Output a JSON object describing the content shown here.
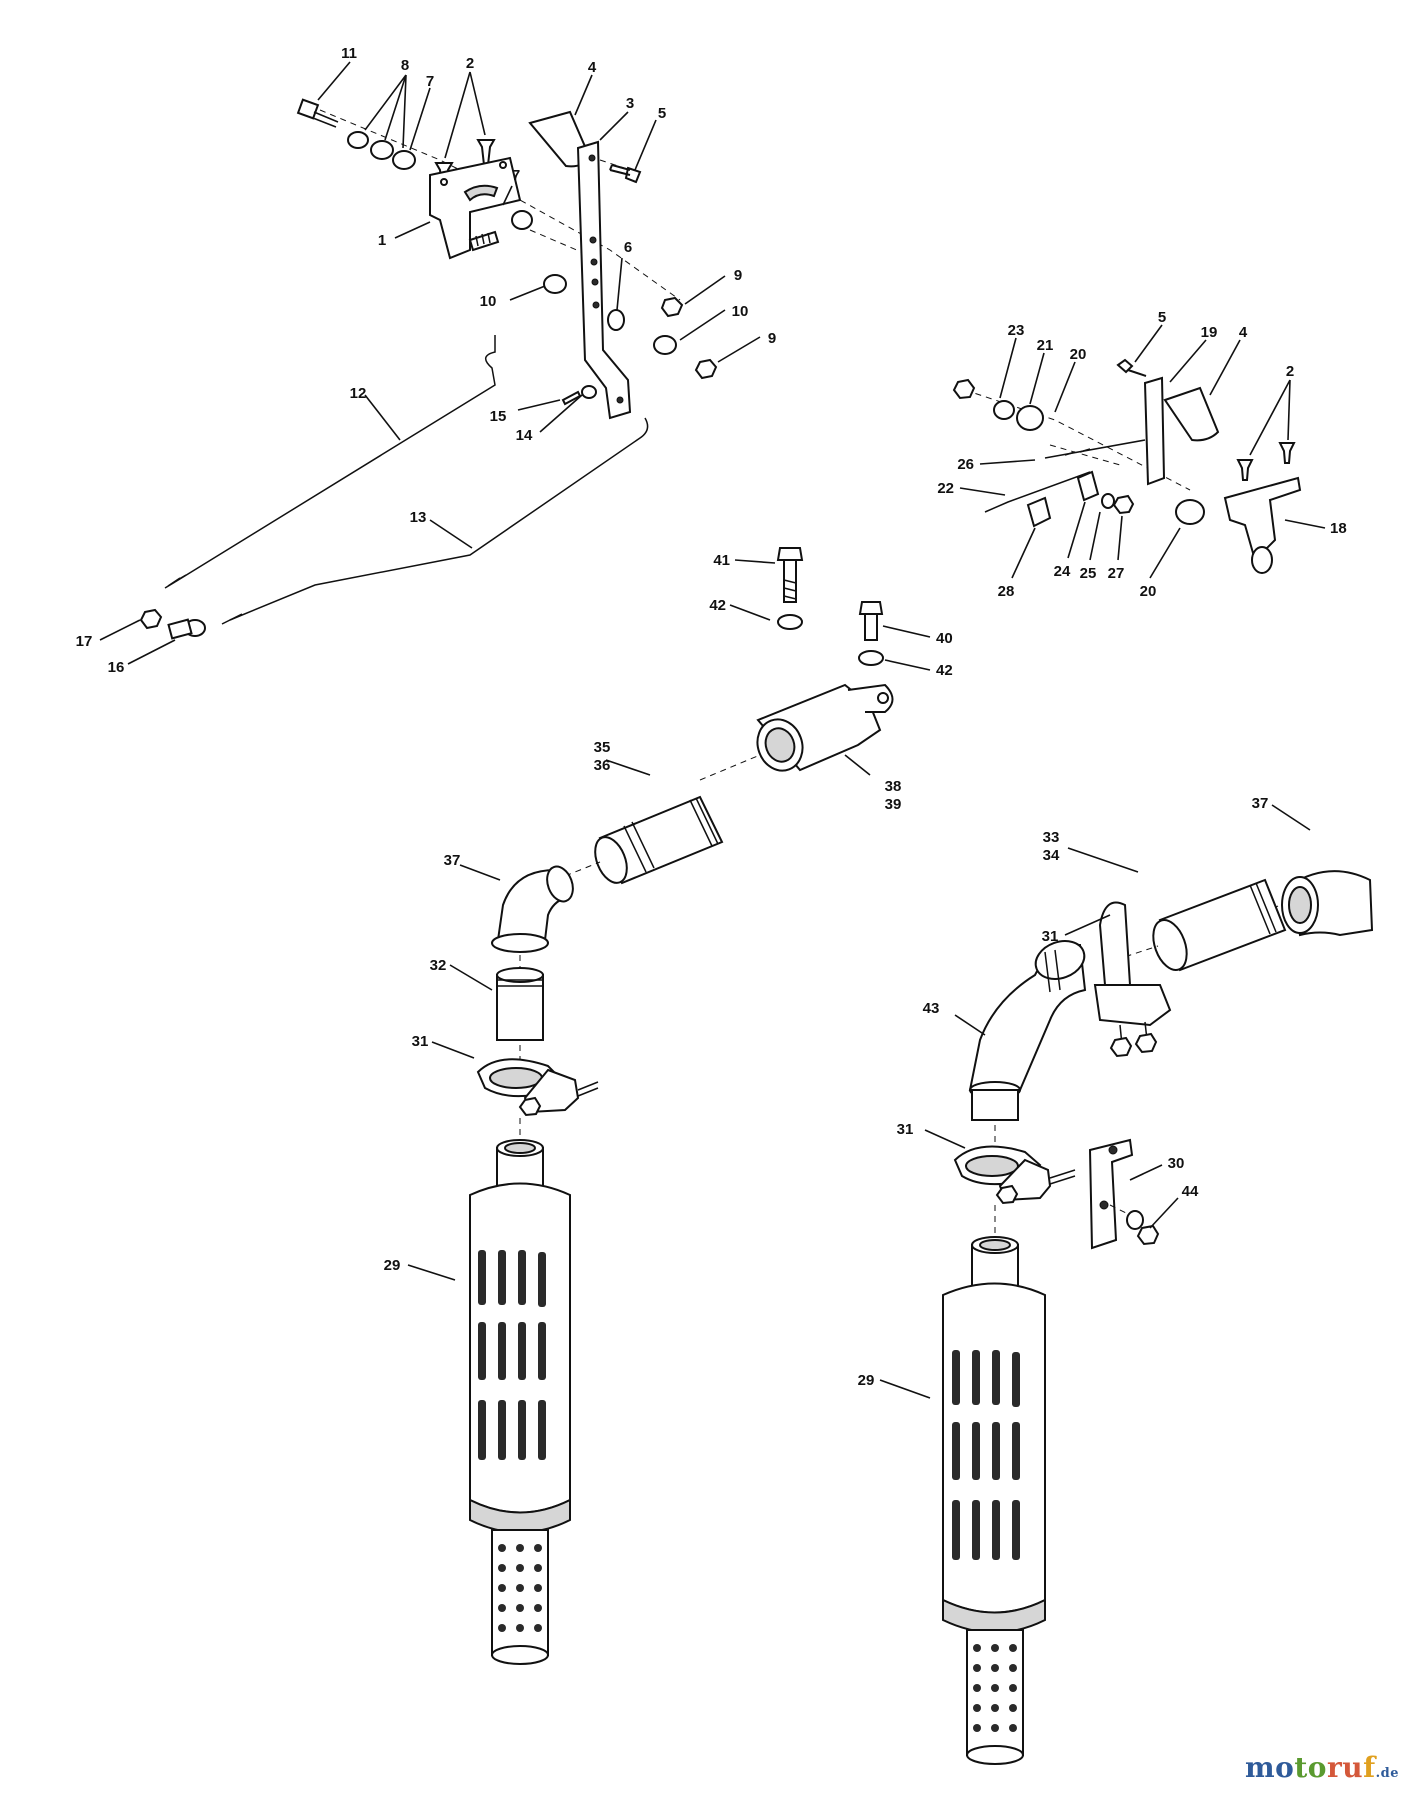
{
  "labels": [
    "1",
    "2",
    "3",
    "4",
    "5",
    "6",
    "7",
    "8",
    "9",
    "10",
    "11",
    "12",
    "13",
    "14",
    "15",
    "16",
    "17",
    "18",
    "19",
    "20",
    "21",
    "22",
    "23",
    "24",
    "25",
    "26",
    "27",
    "28",
    "29",
    "30",
    "31",
    "32",
    "33",
    "34",
    "35",
    "36",
    "37",
    "38",
    "39",
    "40",
    "41",
    "42",
    "43",
    "44"
  ],
  "watermark": {
    "w1": "mo",
    "w2": "to",
    "w3": "ru",
    "w4": "f",
    "domain": ".de"
  }
}
